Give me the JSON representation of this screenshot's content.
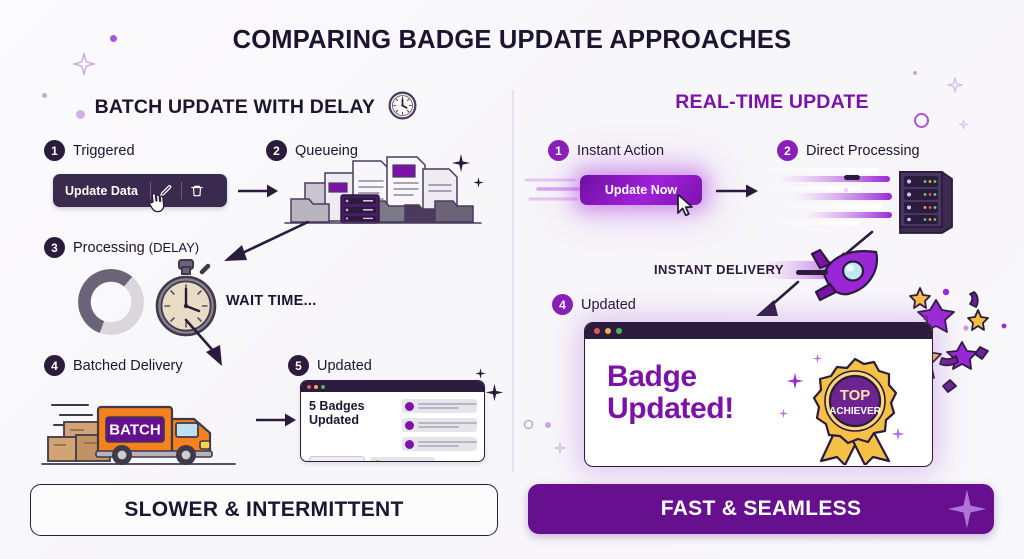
{
  "title": "COMPARING BADGE UPDATE APPROACHES",
  "colors": {
    "brand_purple": "#7b13a8",
    "dark_ink": "#2b1b3d",
    "bright_purple": "#a020d8",
    "accent_orange": "#f5821f",
    "gold": "#f4c045",
    "background": "#fafafb"
  },
  "left_column": {
    "heading": "BATCH UPDATE WITH DELAY",
    "heading_icon": "clock-icon",
    "steps": [
      {
        "num": "1",
        "label": "Triggered"
      },
      {
        "num": "2",
        "label": "Queueing"
      },
      {
        "num": "3",
        "label": "Processing ",
        "suffix": "(DELAY)"
      },
      {
        "num": "4",
        "label": "Batched Delivery"
      },
      {
        "num": "5",
        "label": "Updated"
      }
    ],
    "update_button": {
      "label": "Update Data",
      "edit_icon": "pencil-icon",
      "delete_icon": "trash-icon",
      "cursor_icon": "hand-cursor-icon"
    },
    "wait_text": "WAIT TIME...",
    "truck_label": "BATCH",
    "result_card": {
      "title_line1": "5 Badges",
      "title_line2": "Updated",
      "stars": "★★★☆"
    },
    "footer": "SLOWER & INTERMITTENT"
  },
  "right_column": {
    "heading": "REAL-TIME UPDATE",
    "steps": [
      {
        "num": "1",
        "label": "Instant Action"
      },
      {
        "num": "2",
        "label": "Direct Processing"
      },
      {
        "num": "4",
        "label": "Updated"
      }
    ],
    "update_button": {
      "label": "Update Now",
      "cursor_icon": "arrow-cursor-icon"
    },
    "delivery_text": "INSTANT DELIVERY",
    "rocket_icon": "rocket-icon",
    "result_card": {
      "title_line1": "Badge",
      "title_line2": "Updated!",
      "medal_top": "TOP",
      "medal_bottom": "ACHIEVER"
    },
    "footer": "FAST & SEAMLESS"
  }
}
